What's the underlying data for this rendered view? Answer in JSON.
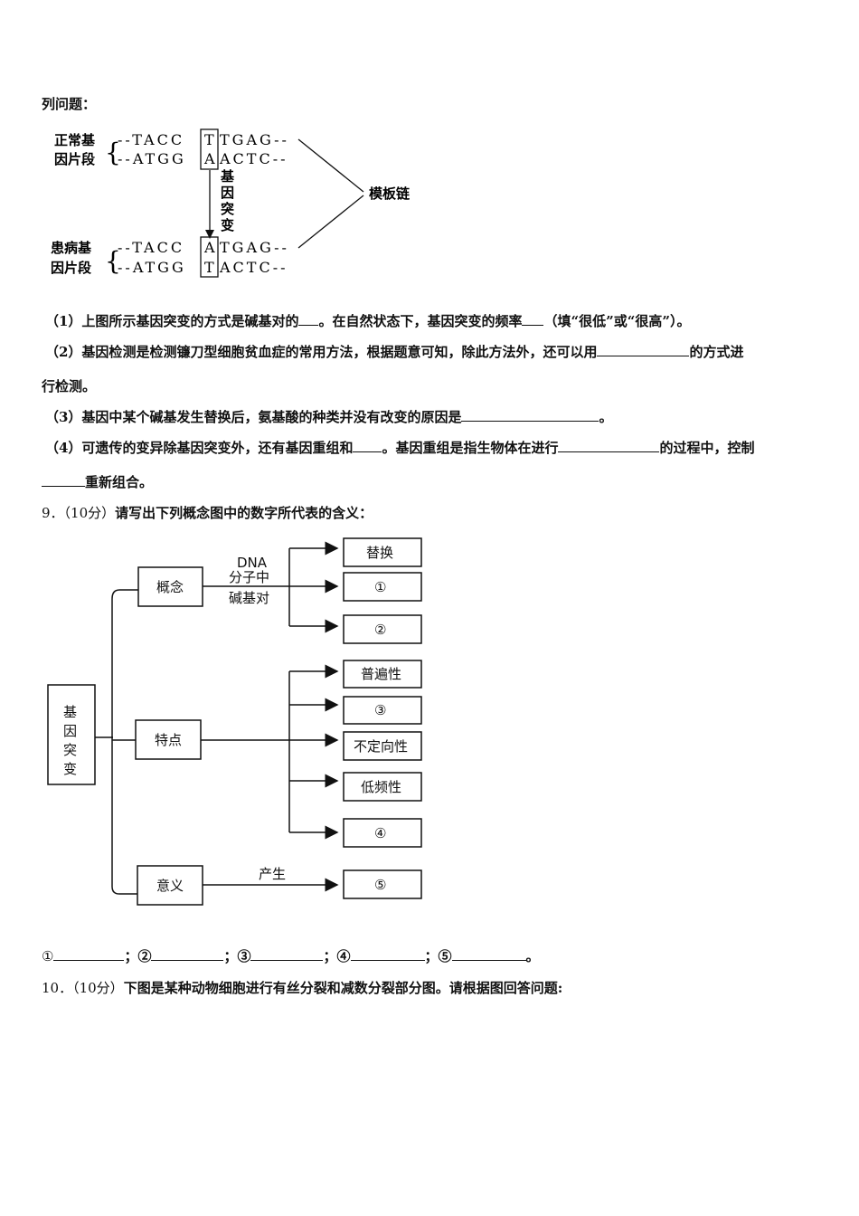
{
  "intro": "列问题：",
  "dna_diagram": {
    "normal_label_1": "正常基",
    "normal_label_2": "因片段",
    "normal_top": "--TACC",
    "normal_top_box": "T",
    "normal_top_rest": "TGAG--",
    "normal_bottom": "--ATGG",
    "normal_bottom_box": "A",
    "normal_bottom_rest": "ACTC--",
    "mutation_chars": [
      "基",
      "因",
      "突",
      "变"
    ],
    "template_label": "模板链",
    "disease_label_1": "患病基",
    "disease_label_2": "因片段",
    "disease_top": "--TACC",
    "disease_top_box": "A",
    "disease_top_rest": "TGAG--",
    "disease_bottom": "--ATGG",
    "disease_bottom_box": "T",
    "disease_bottom_rest": "ACTC--"
  },
  "q8": {
    "p1_a": "（1）上图所示基因突变的方式是碱基对的",
    "p1_b": "。在自然状态下，基因突变的频率",
    "p1_c": "（填“很低”或“很高”）。",
    "p2_a": "（2）基因检测是检测镰刀型细胞贫血症的常用方法，根据题意可知，除此方法外，还可以用",
    "p2_b": "的方式进",
    "p2_c": "行检测。",
    "p3_a": "（3）基因中某个碱基发生替换后，氨基酸的种类并没有改变的原因是",
    "p3_b": "。",
    "p4_a": "（4）可遗传的变异除基因突变外，还有基因重组和",
    "p4_b": "。基因重组是指生物体在进行",
    "p4_c": "的过程中，控制",
    "p4_d": "重新组合。"
  },
  "q9": {
    "number": "9．（10分）",
    "text": "请写出下列概念图中的数字所代表的含义：",
    "root": [
      "基",
      "因",
      "突",
      "变"
    ],
    "concept": "概念",
    "concept_edge": [
      "DNA",
      "分子中",
      "碱基对"
    ],
    "concept_items": [
      "替换",
      "①",
      "②"
    ],
    "feature": "特点",
    "feature_items": [
      "普遍性",
      "③",
      "不定向性",
      "低频性",
      "④"
    ],
    "meaning": "意义",
    "meaning_edge": "产生",
    "meaning_items": [
      "⑤"
    ],
    "answers": [
      "①",
      "；②",
      "；③",
      "；④",
      "；⑤",
      "。"
    ]
  },
  "q10": {
    "number": "10．（10分）",
    "text": "下图是某种动物细胞进行有丝分裂和减数分裂部分图。请根据图回答问题:"
  }
}
